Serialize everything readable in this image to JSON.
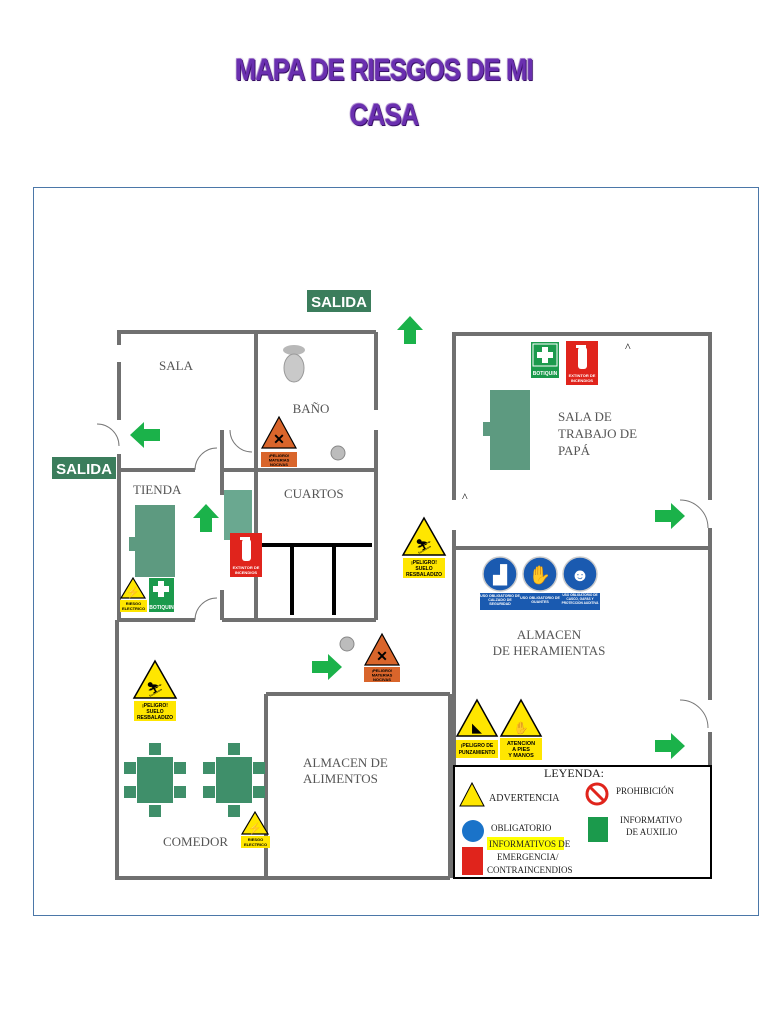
{
  "title": {
    "line1": "MAPA DE RIESGOS DE MI",
    "line2": "CASA"
  },
  "exits": {
    "top": "SALIDA",
    "left": "SALIDA"
  },
  "rooms": {
    "sala": "SALA",
    "bano": "BAÑO",
    "tienda": "TIENDA",
    "cuartos": "CUARTOS",
    "sala_trabajo_1": "SALA DE",
    "sala_trabajo_2": "TRABAJO DE",
    "sala_trabajo_3": "PAPÁ",
    "almacen_her_1": "ALMACEN",
    "almacen_her_2": "DE HERAMIENTAS",
    "almacen_ali_1": "ALMACEN DE",
    "almacen_ali_2": "ALIMENTOS",
    "comedor": "COMEDOR"
  },
  "signs": {
    "materias_1": "¡PELIGRO!",
    "materias_2": "MATERIAS",
    "materias_3": "NOCIVAS",
    "botiquin": "BOTIQUIN",
    "extintor_1": "EXTINTOR DE",
    "extintor_2": "INCENDIOS",
    "suelo_1": "¡PELIGRO!",
    "suelo_2": "SUELO",
    "suelo_3": "RESBALADIZO",
    "riesgo_1": "RIESGO",
    "riesgo_2": "ELECTRICO",
    "uso_calzado": "USO OBLIGATORIO DE CALZADO DE SEGURIDAD",
    "uso_guantes": "USO OBLIGATORIO DE GUANTES",
    "uso_casco": "USO OBLIGATORIO DE CASCO, GAFAS Y PROTECCION AUDITIVA",
    "punzamiento_1": "¡PELIGRO DE",
    "punzamiento_2": "PUNZAMIENTO",
    "atencion_1": "ATENCION",
    "atencion_2": "A PIES",
    "atencion_3": "Y MANOS"
  },
  "legend": {
    "title": "LEYENDA:",
    "advertencia": "ADVERTENCIA",
    "prohibicion": "PROHIBICIÓN",
    "obligatorio": "OBLIGATORIO",
    "informativo_1": "INFORMATIVO",
    "informativo_2": "DE AUXILIO",
    "emergencia_1": "INFORMATIVOS DE",
    "emergencia_2": "EMERGENCIA/",
    "emergencia_3": "CONTRAINCENDIOS"
  },
  "colors": {
    "title": "#6a2fb0",
    "exit_green": "#3b7d5c",
    "arrow_green": "#1bb24a",
    "warning_yellow": "#ffe600",
    "hazard_orange": "#d9652b",
    "extinguisher_red": "#e0241c",
    "mandatory_blue": "#1a5ab0",
    "wall_gray": "#707070"
  }
}
